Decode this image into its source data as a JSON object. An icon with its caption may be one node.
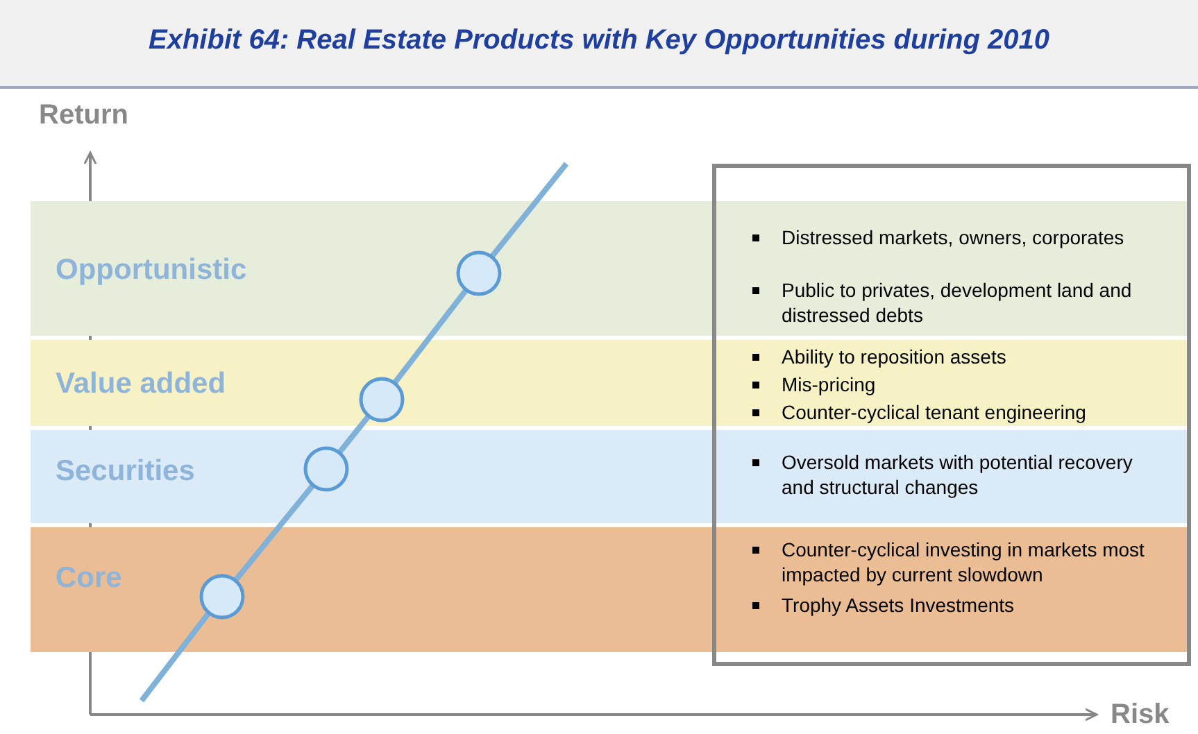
{
  "diagram": {
    "title": "Exhibit 64:  Real Estate Products with Key Opportunities during 2010",
    "nodes": [
      {
        "text": [
          "Opportunistic",
          "Distressed markets, owners, corporates",
          "Public to privates, development land and distressed debts"
        ]
      },
      {
        "text": [
          "Value added",
          "Ability to reposition assets",
          "Mis-pricing",
          "Counter-cyclical tenant engineering"
        ]
      },
      {
        "text": [
          "Securities",
          "Oversold markets with potential recovery and structural changes"
        ]
      },
      {
        "text": [
          "Core",
          "Counter-cyclical investing in markets most impacted by current slowdown",
          "Trophy Assets Investments"
        ]
      },
      {
        "text": [],
        "shape": "circle",
        "in": 3
      },
      {
        "text": [],
        "shape": "circle",
        "in": 2
      },
      {
        "text": [],
        "shape": "circle",
        "in": 1
      },
      {
        "text": [],
        "shape": "circle",
        "in": 0
      }
    ],
    "edges": [
      {
        "from": 4,
        "to": 5,
        "arrow": "none"
      },
      {
        "from": 5,
        "to": 6,
        "arrow": "none"
      },
      {
        "from": 6,
        "to": 7,
        "arrow": "none"
      }
    ],
    "labels": [
      "Return",
      "Risk"
    ]
  }
}
